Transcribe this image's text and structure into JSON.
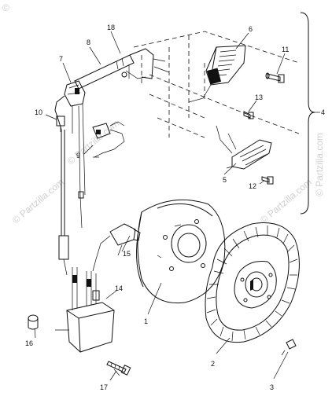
{
  "watermark": {
    "copyright_corner": "©",
    "vertical_text": "© Partzilla.com",
    "diagonal_text": "© Partzilla.com"
  },
  "callouts": {
    "c1": "1",
    "c2": "2",
    "c3": "3",
    "c4": "4",
    "c5": "5",
    "c6": "6",
    "c7": "7",
    "c8": "8",
    "c9": "9",
    "c10": "10",
    "c11": "11",
    "c12": "12",
    "c13": "13",
    "c14": "14",
    "c15": "15",
    "c16": "16",
    "c17": "17",
    "c18": "18"
  }
}
